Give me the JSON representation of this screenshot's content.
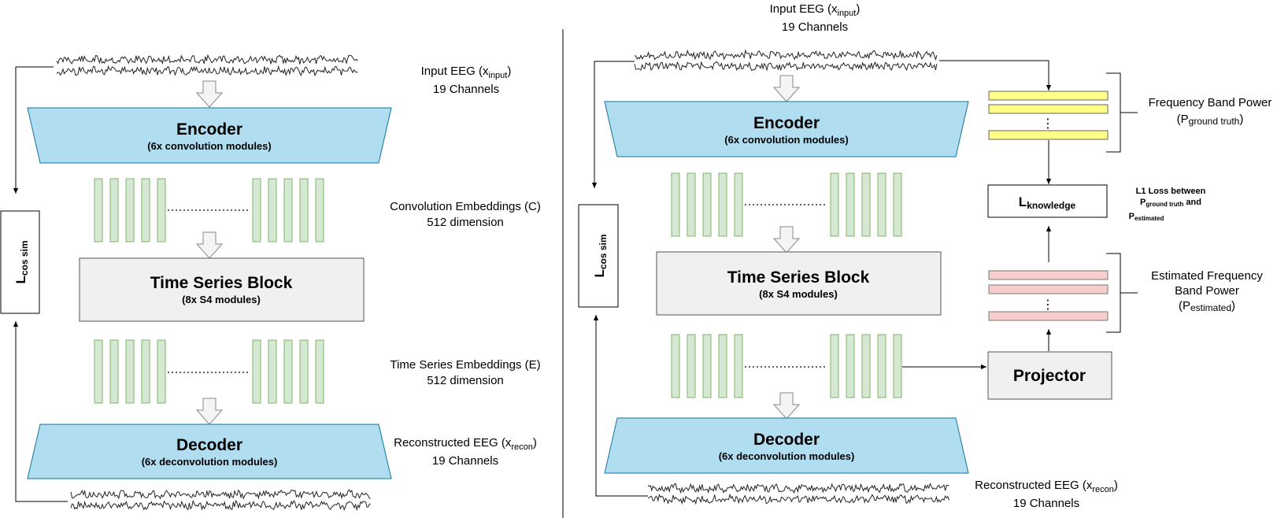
{
  "left": {
    "input": {
      "name": "Input EEG (x",
      "sub": "input",
      "close": ")",
      "channels": "19 Channels"
    },
    "encoder": {
      "title": "Encoder",
      "subtitle": "(6x convolution modules)"
    },
    "conv_emb": {
      "line1": "Convolution Embeddings (C)",
      "line2": "512 dimension"
    },
    "ts_block": {
      "title": "Time Series Block",
      "subtitle": "(8x S4 modules)"
    },
    "ts_emb": {
      "line1": "Time Series Embeddings (E)",
      "line2": "512 dimension"
    },
    "decoder": {
      "title": "Decoder",
      "subtitle": "(6x deconvolution modules)"
    },
    "recon": {
      "name": "Reconstructed EEG (x",
      "sub": "recon",
      "close": ")",
      "channels": "19 Channels"
    },
    "loss": {
      "main": "L",
      "sub": "cos sim"
    }
  },
  "right": {
    "input": {
      "name": "Input EEG (x",
      "sub": "input",
      "close": ")",
      "channels": "19 Channels"
    },
    "encoder": {
      "title": "Encoder",
      "subtitle": "(6x convolution modules)"
    },
    "ts_block": {
      "title": "Time Series Block",
      "subtitle": "(8x S4 modules)"
    },
    "decoder": {
      "title": "Decoder",
      "subtitle": "(6x deconvolution modules)"
    },
    "recon": {
      "name": "Reconstructed EEG (x",
      "sub": "recon",
      "close": ")",
      "channels": "19 Channels"
    },
    "loss": {
      "main": "L",
      "sub": "cos sim"
    },
    "freq_power": {
      "line1": "Frequency Band Power",
      "pre": "(P",
      "sub": "ground truth",
      "close": ")"
    },
    "knowledge": {
      "main": "L",
      "sub": "knowledge"
    },
    "l1": {
      "line1": "L1 Loss between",
      "p1": "P",
      "s1": "ground truth",
      "and": " and",
      "p2": "P",
      "s2": "estimated"
    },
    "est_power": {
      "line1": "Estimated Frequency",
      "line2": "Band Power",
      "pre": "(P",
      "sub": "estimated",
      "close": ")"
    },
    "projector": {
      "title": "Projector"
    }
  }
}
